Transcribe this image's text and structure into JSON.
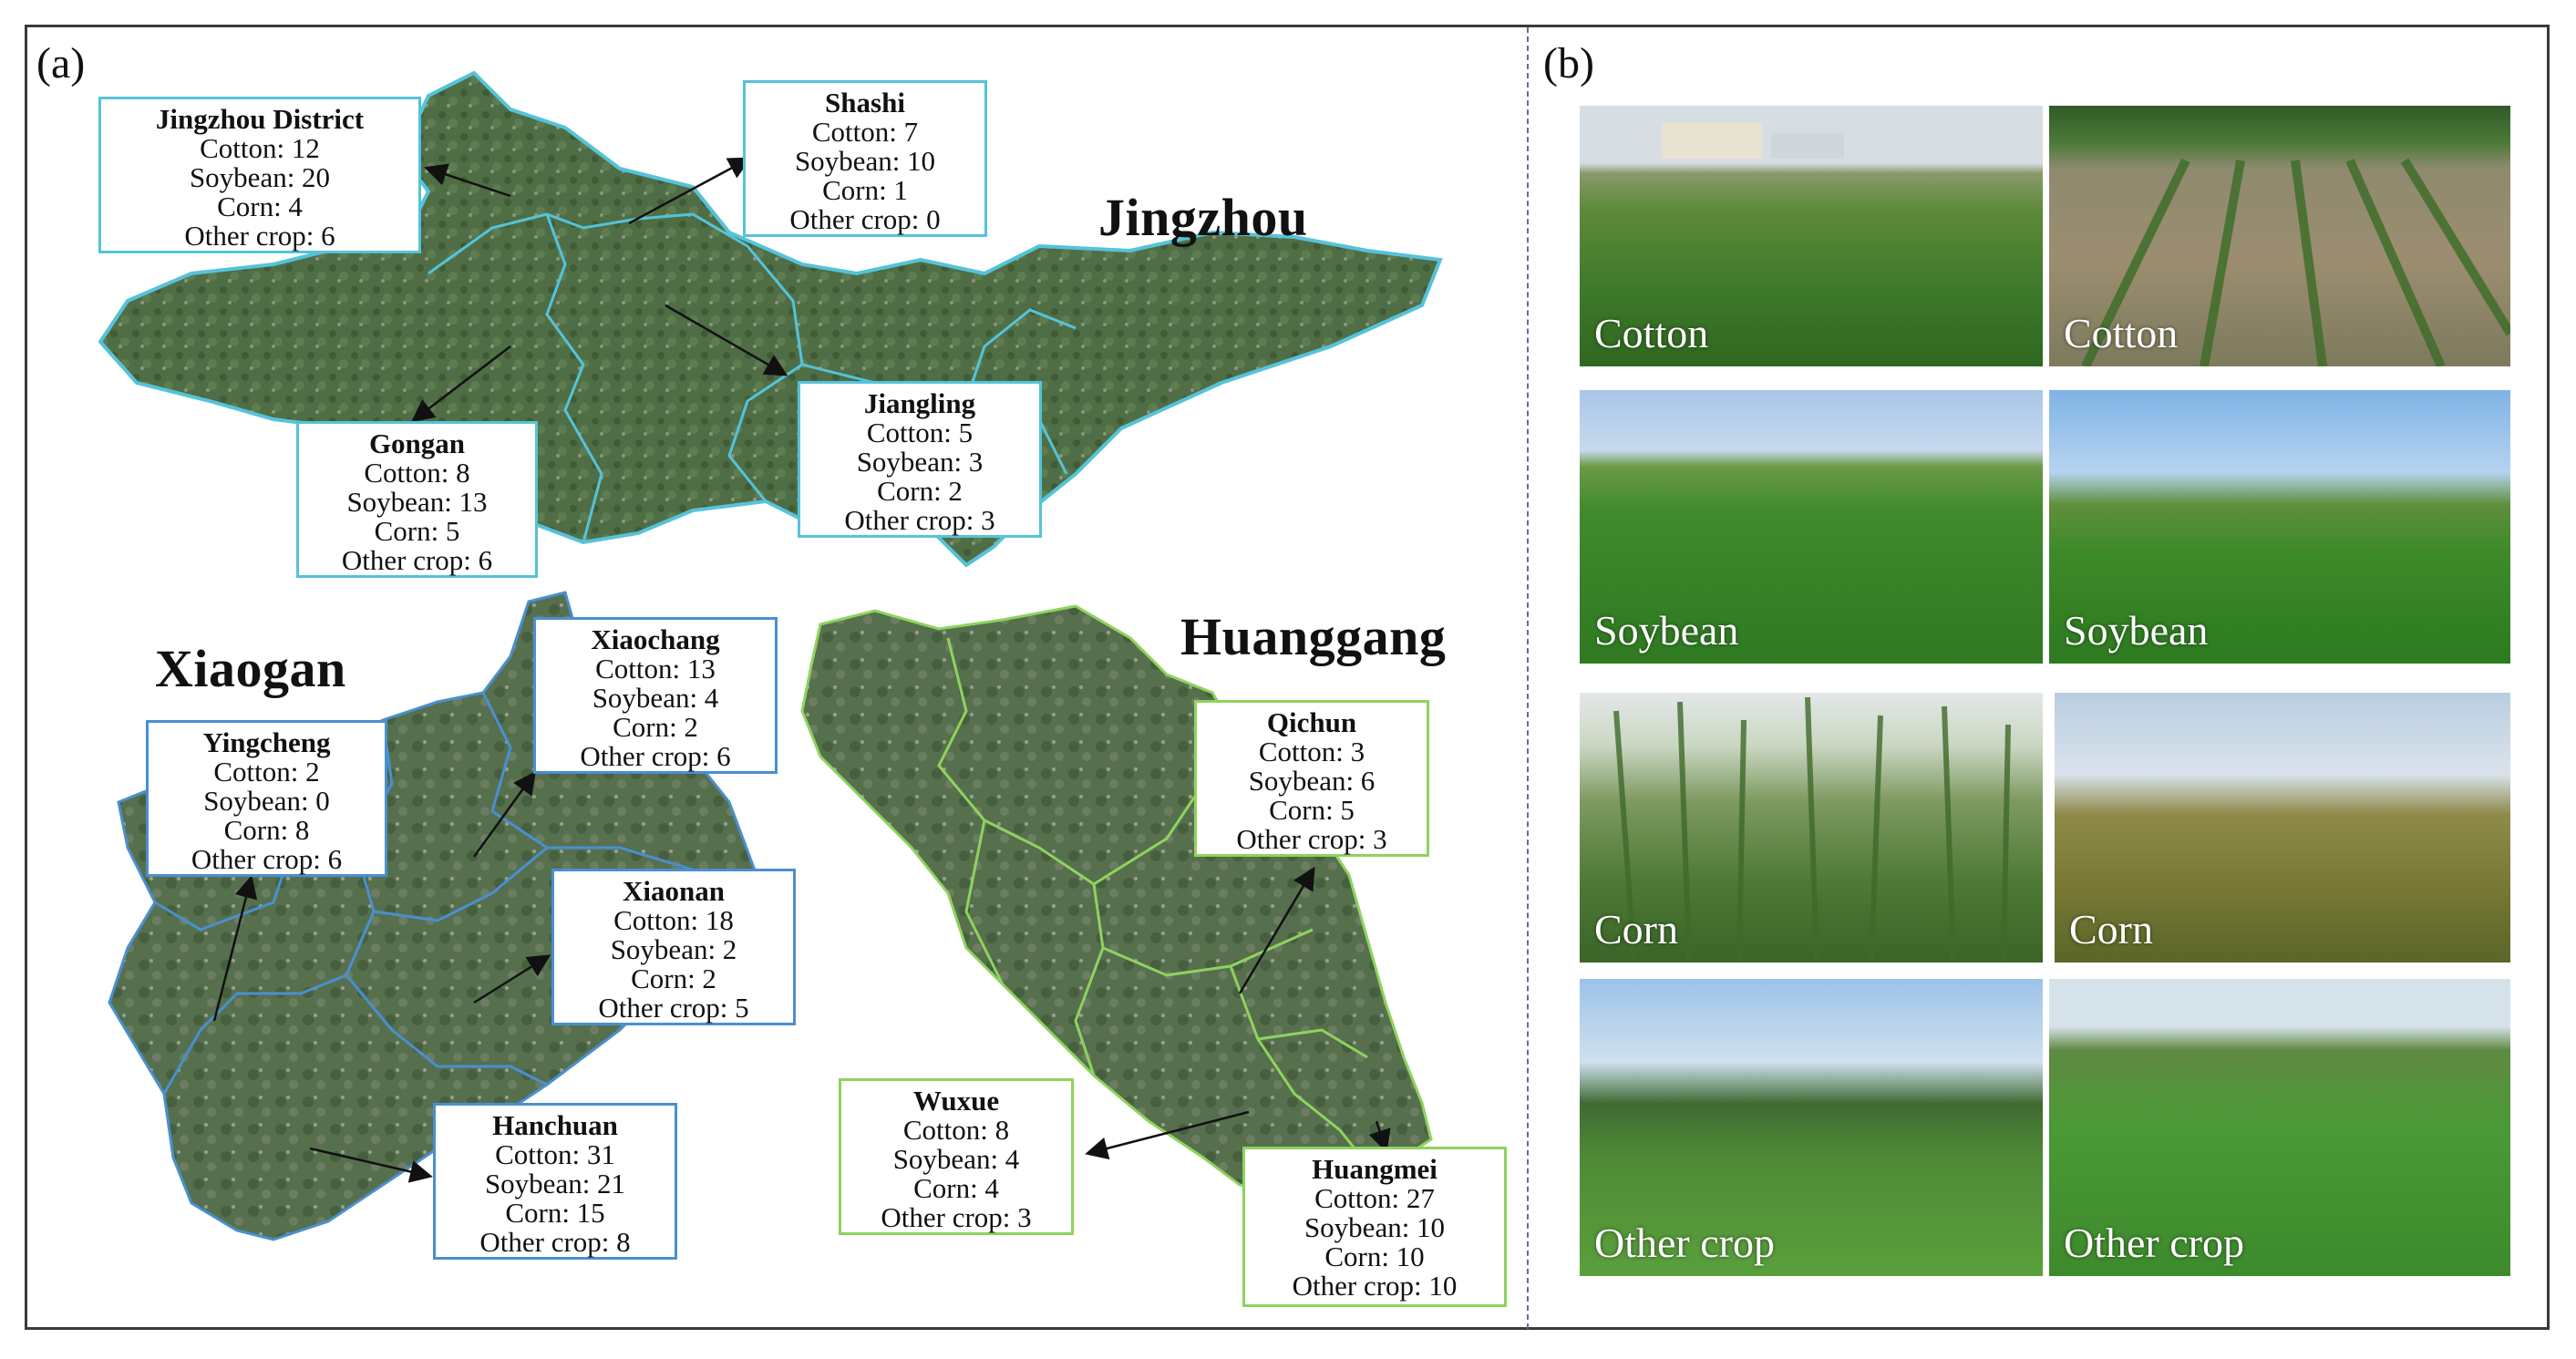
{
  "panels": {
    "a_label": "(a)",
    "b_label": "(b)"
  },
  "colors": {
    "jingzhou_border": "#55c3da",
    "xiaogan_border": "#4a8fd0",
    "huanggang_border": "#8fd35e",
    "map_fill": "#4f6e45",
    "frame": "#3a3a3a"
  },
  "regions": {
    "jingzhou": "Jingzhou",
    "xiaogan": "Xiaogan",
    "huanggang": "Huanggang"
  },
  "districts": {
    "jingzhou_district": {
      "name": "Jingzhou District",
      "cotton": "Cotton: 12",
      "soybean": "Soybean: 20",
      "corn": "Corn: 4",
      "other": "Other crop: 6"
    },
    "shashi": {
      "name": "Shashi",
      "cotton": "Cotton: 7",
      "soybean": "Soybean:  10",
      "corn": "Corn: 1",
      "other": "Other crop: 0"
    },
    "gongan": {
      "name": "Gongan",
      "cotton": "Cotton: 8",
      "soybean": "Soybean: 13",
      "corn": "Corn: 5",
      "other": "Other crop: 6"
    },
    "jiangling": {
      "name": "Jiangling",
      "cotton": "Cotton: 5",
      "soybean": "Soybean: 3",
      "corn": "Corn: 2",
      "other": "Other crop: 3"
    },
    "xiaochang": {
      "name": "Xiaochang",
      "cotton": "Cotton: 13",
      "soybean": "Soybean: 4",
      "corn": "Corn: 2",
      "other": "Other crop: 6"
    },
    "yingcheng": {
      "name": "Yingcheng",
      "cotton": "Cotton: 2",
      "soybean": "Soybean: 0",
      "corn": "Corn: 8",
      "other": "Other crop: 6"
    },
    "xiaonan": {
      "name": "Xiaonan",
      "cotton": "Cotton: 18",
      "soybean": "Soybean: 2",
      "corn": "Corn: 2",
      "other": "Other crop: 5"
    },
    "hanchuan": {
      "name": "Hanchuan",
      "cotton": "Cotton: 31",
      "soybean": "Soybean: 21",
      "corn": "Corn: 15",
      "other": "Other crop: 8"
    },
    "qichun": {
      "name": "Qichun",
      "cotton": "Cotton: 3",
      "soybean": "Soybean: 6",
      "corn": "Corn: 5",
      "other": "Other crop: 3"
    },
    "wuxue": {
      "name": "Wuxue",
      "cotton": "Cotton: 8",
      "soybean": "Soybean: 4",
      "corn": "Corn: 4",
      "other": "Other crop: 3"
    },
    "huangmei": {
      "name": "Huangmei",
      "cotton": "Cotton: 27",
      "soybean": "Soybean: 10",
      "corn": "Corn: 10",
      "other": "Other crop: 10"
    }
  },
  "photos": {
    "cotton_1": "Cotton",
    "cotton_2": "Cotton",
    "soybean_1": "Soybean",
    "soybean_2": "Soybean",
    "corn_1": "Corn",
    "corn_2": "Corn",
    "other_1": "Other crop",
    "other_2": "Other crop"
  }
}
